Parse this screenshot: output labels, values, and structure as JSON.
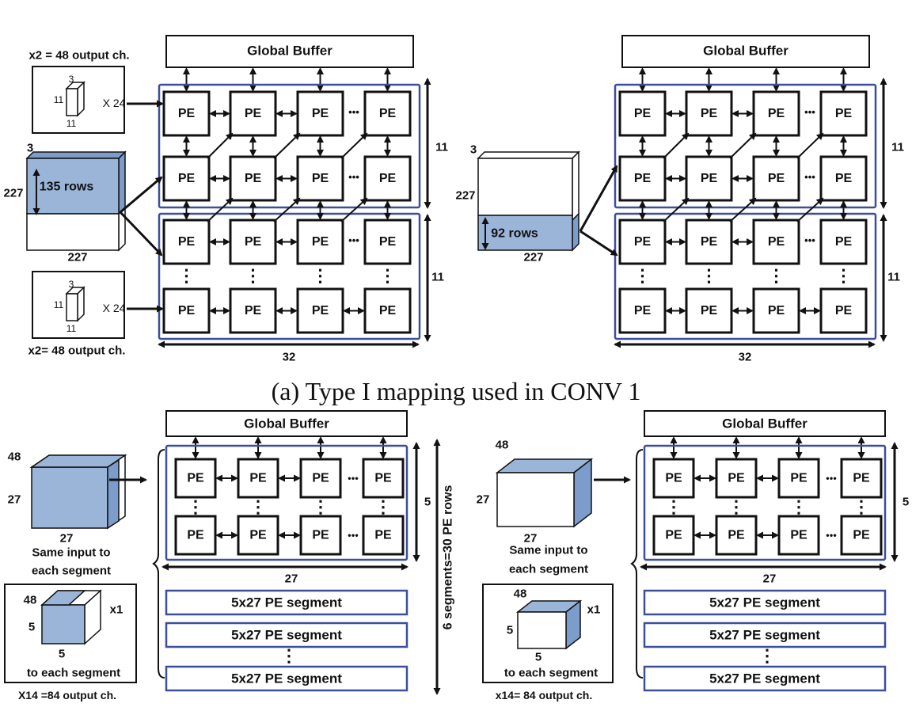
{
  "colors": {
    "ink": "#111111",
    "frame_blue": "#3c4f9a",
    "fill_blue": "#9bb5d9",
    "fill_blue_dark": "#7c9ccb"
  },
  "labels": {
    "global_buffer": "Global Buffer",
    "pe": "PE",
    "dots": "•••",
    "caption_a": "(a) Type I mapping used in CONV 1",
    "out48": "x2 = 48 output ch.",
    "out48b": "x2= 48 output ch.",
    "k3": "3",
    "k11": "11",
    "x24": "X 24",
    "d3": "3",
    "d227": "227",
    "rows135": "135 rows",
    "rows92": "92 rows",
    "dim11": "11",
    "dim32": "32",
    "c48": "48",
    "c27": "27",
    "c5": "5",
    "same_input": "Same input to",
    "each_segment": "each segment",
    "x1": "x1",
    "to_each_segment": "to each segment",
    "out84a": "X14 =84 output ch.",
    "out84b": "x14= 84 output ch.",
    "segment": "5x27 PE segment",
    "six_segments": "6 segments=30 PE rows",
    "vdots": "⋮"
  }
}
